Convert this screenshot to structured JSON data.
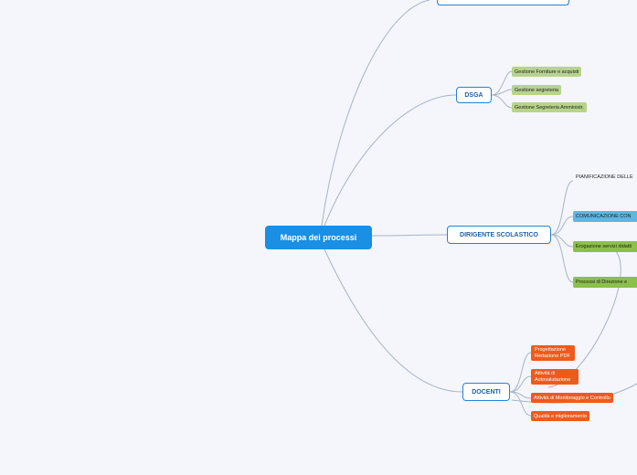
{
  "root": {
    "label": "Mappa dei processi"
  },
  "dsga": {
    "label": "DSGA",
    "items": [
      "Gestione Forniture e acquisti",
      "Gestione segreteria",
      "Gestione Segreteria Amministr."
    ]
  },
  "dirigente": {
    "label": "DIRIGENTE SCOLASTICO",
    "items": [
      "PIANIFICAZIONE DELLE",
      "COMUNICAZIONE CON",
      "Erogazione servizi didatti",
      "Processi di Direzione e"
    ]
  },
  "docenti": {
    "label": "DOCENTI",
    "items": [
      {
        "line1": "Progettazione",
        "line2": "Redazione PDF"
      },
      {
        "line1": "Attività di",
        "line2": "Autovalutazione"
      },
      {
        "line1": "Attività di Monitoraggio e Controllo"
      },
      {
        "line1": "Qualità e miglioramento"
      }
    ]
  }
}
